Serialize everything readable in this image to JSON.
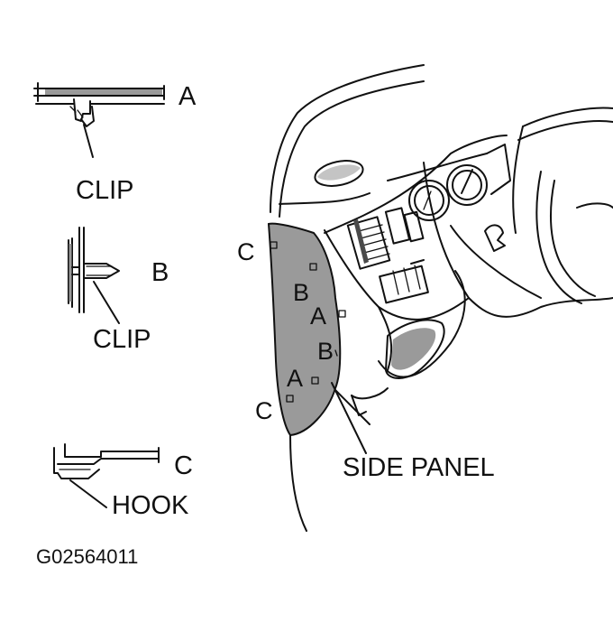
{
  "legend": {
    "a": {
      "letter": "A",
      "part": "CLIP"
    },
    "b": {
      "letter": "B",
      "part": "CLIP"
    },
    "c": {
      "letter": "C",
      "part": "HOOK"
    }
  },
  "panel_markers": {
    "c_top": "C",
    "b_upper": "B",
    "a_upper": "A",
    "b_lower": "B",
    "a_lower": "A",
    "c_bottom": "C"
  },
  "callout": "SIDE PANEL",
  "figure_code": "G02564011",
  "colors": {
    "ink": "#111111",
    "panel_fill": "#9a9a9a",
    "shade_dark": "#4a4a4a",
    "background": "#ffffff"
  }
}
